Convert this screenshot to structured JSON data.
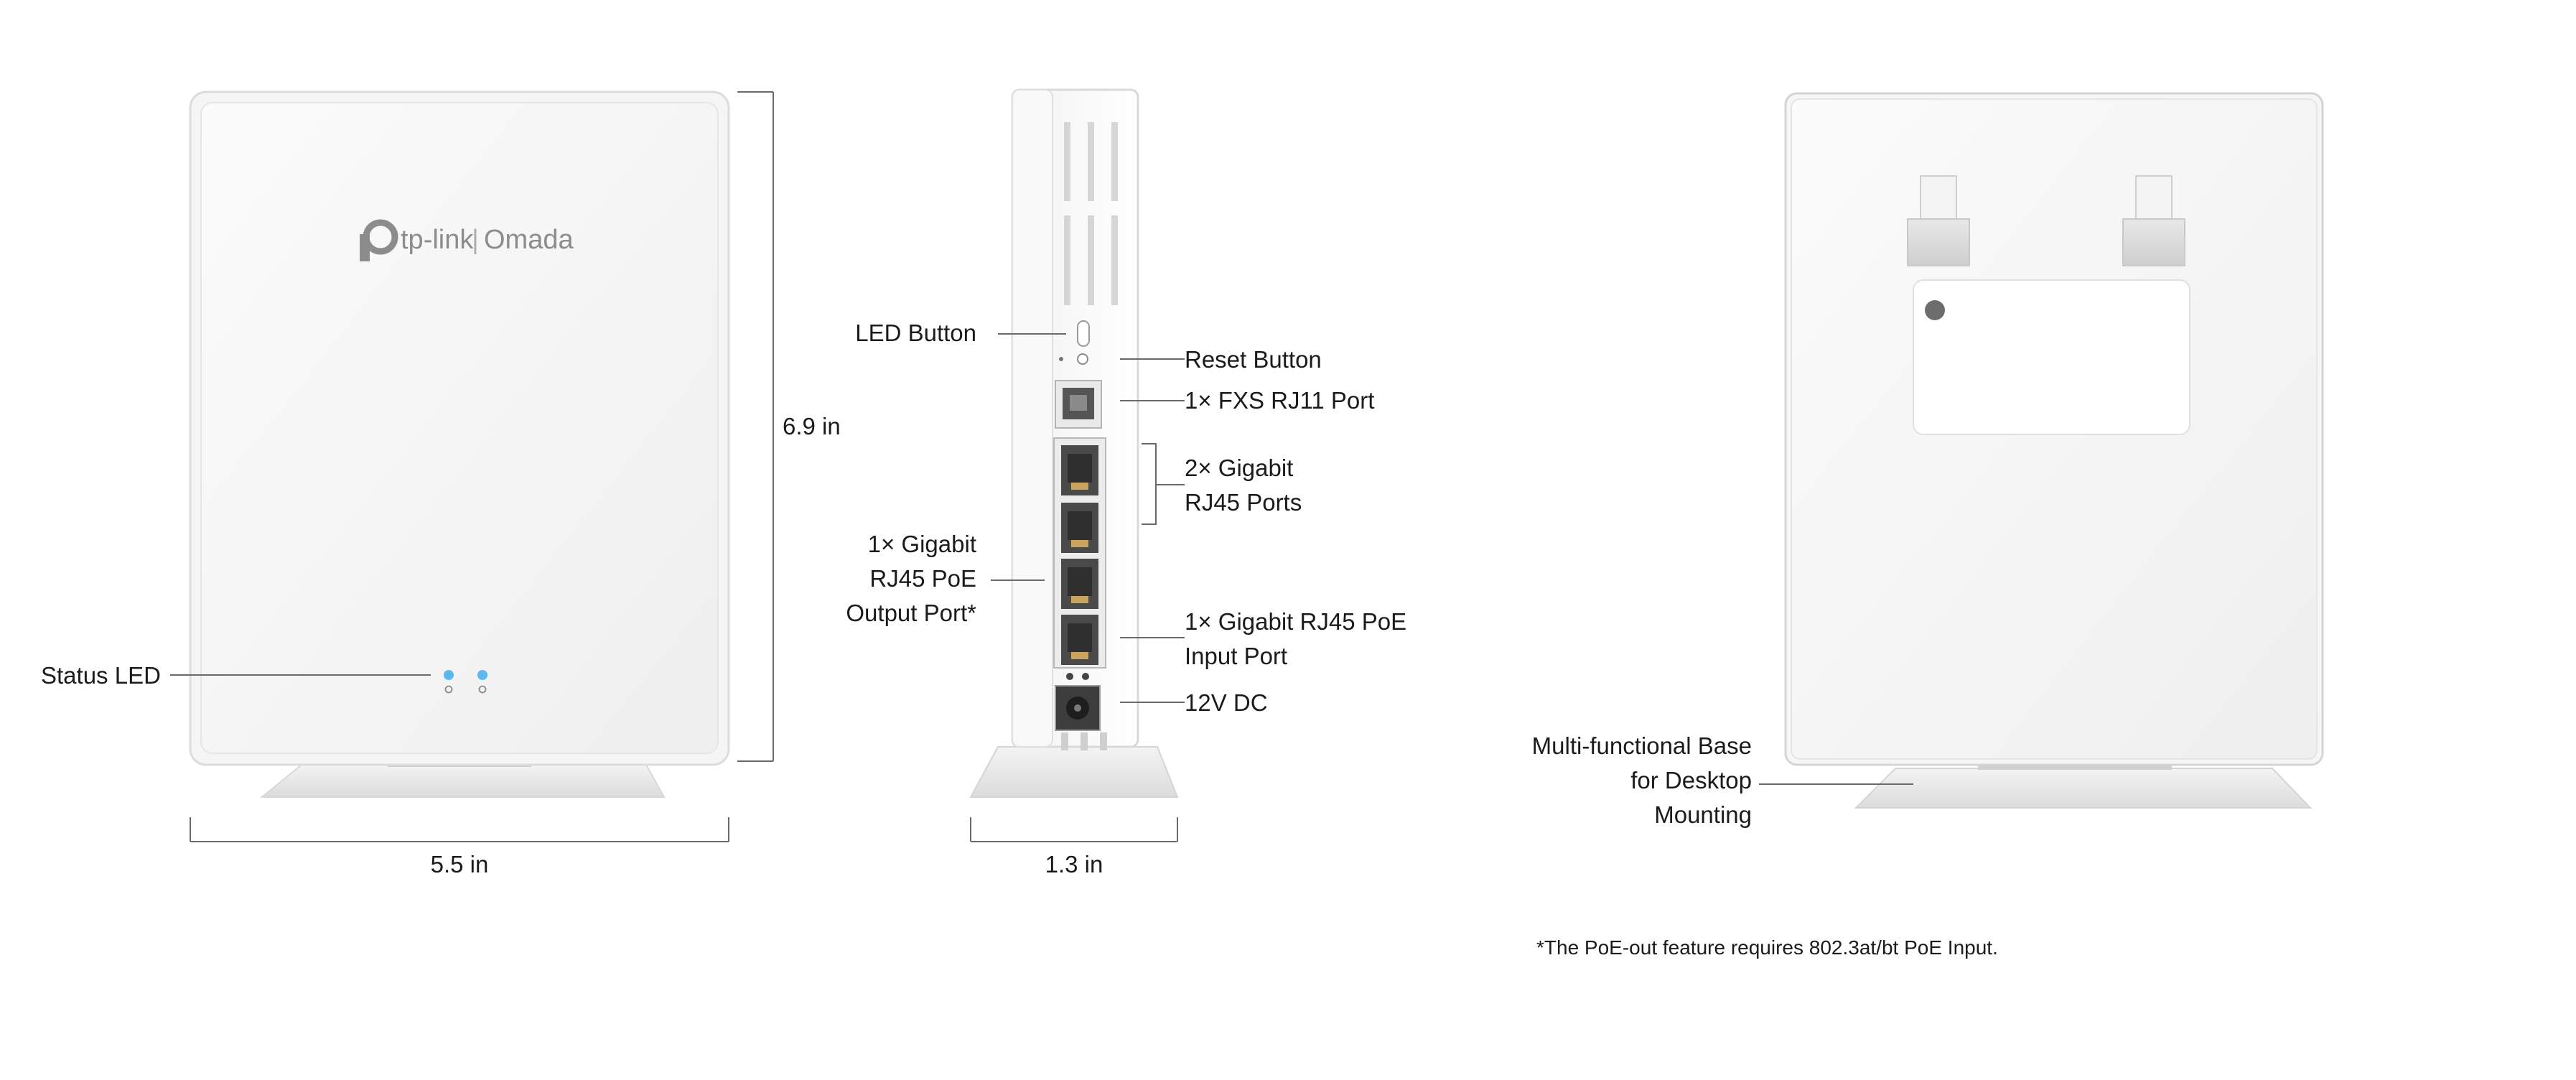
{
  "logo": {
    "brand": "tp-link",
    "separator": "|",
    "product_line": "Omada"
  },
  "dimensions": {
    "height": "6.9 in",
    "width_front": "5.5 in",
    "depth_side": "1.3 in"
  },
  "callouts": {
    "status_led": "Status LED",
    "led_button": "LED Button",
    "reset_button": "Reset Button",
    "fxs_port": "1× FXS RJ11 Port",
    "gigabit_ports_line1": "2× Gigabit",
    "gigabit_ports_line2": "RJ45 Ports",
    "poe_out_line1": "1× Gigabit",
    "poe_out_line2": "RJ45 PoE",
    "poe_out_line3": "Output Port*",
    "poe_in_line1": "1× Gigabit RJ45 PoE",
    "poe_in_line2": "Input Port",
    "dc": "12V DC",
    "base_line1": "Multi-functional Base",
    "base_line2": "for Desktop",
    "base_line3": "Mounting"
  },
  "footnote": "*The PoE-out feature requires 802.3at/bt PoE Input.",
  "colors": {
    "led_blue": "#5db8f0",
    "device_body": "#f7f7f7",
    "line": "#6a6a6a"
  }
}
